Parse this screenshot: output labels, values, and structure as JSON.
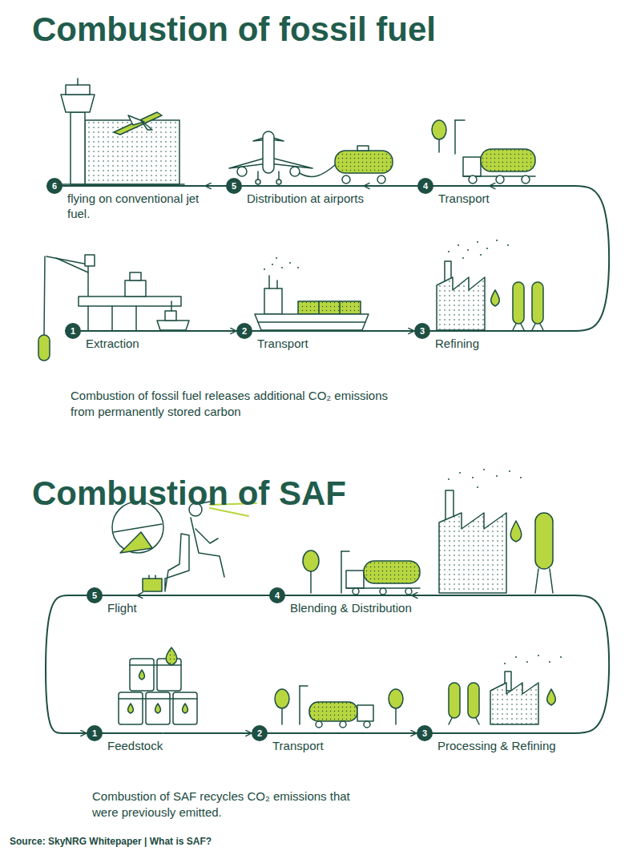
{
  "diagram": {
    "title": "Combustion of fossil fuel",
    "nodes": [
      {
        "text": [
          "1",
          "Extraction"
        ]
      },
      {
        "text": [
          "2",
          "Transport"
        ]
      },
      {
        "text": [
          "3",
          "Refining"
        ]
      },
      {
        "text": [
          "4",
          "Transport"
        ]
      },
      {
        "text": [
          "5",
          "Distribution at airports"
        ]
      },
      {
        "text": [
          "6",
          "flying on conventional jet fuel."
        ]
      },
      {
        "text": [
          "1",
          "Feedstock"
        ]
      },
      {
        "text": [
          "2",
          "Transport"
        ]
      },
      {
        "text": [
          "3",
          "Processing & Refining"
        ]
      },
      {
        "text": [
          "4",
          "Blending & Distribution"
        ]
      },
      {
        "text": [
          "5",
          "Flight"
        ]
      }
    ],
    "edges": [
      {
        "from": 0,
        "to": 1,
        "arrow": "to"
      },
      {
        "from": 1,
        "to": 2,
        "arrow": "to"
      },
      {
        "from": 2,
        "to": 3,
        "arrow": "to"
      },
      {
        "from": 3,
        "to": 4,
        "arrow": "to"
      },
      {
        "from": 4,
        "to": 5,
        "arrow": "to"
      },
      {
        "from": 6,
        "to": 7,
        "arrow": "to"
      },
      {
        "from": 7,
        "to": 8,
        "arrow": "to"
      },
      {
        "from": 8,
        "to": 9,
        "arrow": "to"
      },
      {
        "from": 9,
        "to": 10,
        "arrow": "to"
      },
      {
        "from": 10,
        "to": 6,
        "arrow": "to"
      }
    ],
    "labels": [
      "Combustion of SAF",
      "Combustion of fossil fuel releases additional CO₂ emissions from permanently stored carbon",
      "Combustion of SAF recycles CO₂ emissions that were previously emitted.",
      "Source: SkyNRG Whitepaper | What is SAF?"
    ]
  }
}
